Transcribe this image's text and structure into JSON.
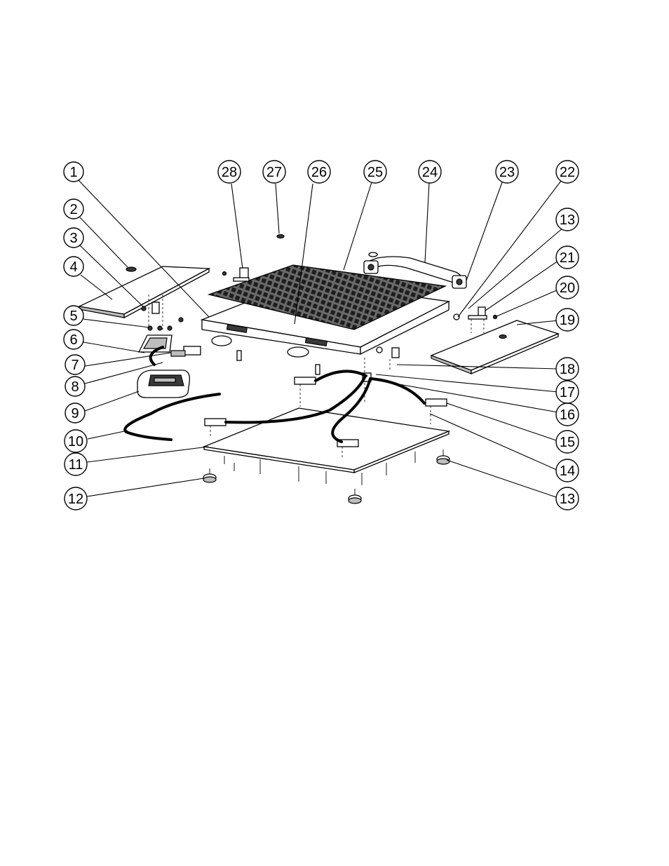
{
  "diagram": {
    "callouts": [
      {
        "id": "c1",
        "label": "1"
      },
      {
        "id": "c2",
        "label": "2"
      },
      {
        "id": "c3",
        "label": "3"
      },
      {
        "id": "c4",
        "label": "4"
      },
      {
        "id": "c5",
        "label": "5"
      },
      {
        "id": "c6",
        "label": "6"
      },
      {
        "id": "c7",
        "label": "7"
      },
      {
        "id": "c8",
        "label": "8"
      },
      {
        "id": "c9",
        "label": "9"
      },
      {
        "id": "c10",
        "label": "10"
      },
      {
        "id": "c11",
        "label": "11"
      },
      {
        "id": "c12",
        "label": "12"
      },
      {
        "id": "c13b",
        "label": "13"
      },
      {
        "id": "c14",
        "label": "14"
      },
      {
        "id": "c15",
        "label": "15"
      },
      {
        "id": "c16",
        "label": "16"
      },
      {
        "id": "c17",
        "label": "17"
      },
      {
        "id": "c18",
        "label": "18"
      },
      {
        "id": "c19",
        "label": "19"
      },
      {
        "id": "c20",
        "label": "20"
      },
      {
        "id": "c21",
        "label": "21"
      },
      {
        "id": "c13a",
        "label": "13"
      },
      {
        "id": "c22",
        "label": "22"
      },
      {
        "id": "c23",
        "label": "23"
      },
      {
        "id": "c24",
        "label": "24"
      },
      {
        "id": "c25",
        "label": "25"
      },
      {
        "id": "c26",
        "label": "26"
      },
      {
        "id": "c27",
        "label": "27"
      },
      {
        "id": "c28",
        "label": "28"
      }
    ]
  }
}
